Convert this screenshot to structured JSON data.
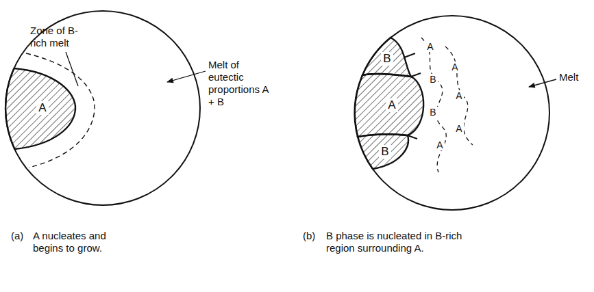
{
  "diagram": {
    "nodes": [
      {
        "text": [
          "A"
        ]
      },
      {
        "text": [
          "B"
        ]
      },
      {
        "text": [
          "A"
        ]
      },
      {
        "text": [
          "B"
        ]
      }
    ],
    "labels": [
      "Zone of B- rich melt",
      "Melt of eutectic proportions A + B",
      "(a)",
      "A nucleates and begins to grow.",
      "A",
      "A",
      "B",
      "A",
      "B",
      "A",
      "A",
      "Melt",
      "(b)",
      "B phase is nucleated in B-rich region surrounding A."
    ]
  }
}
